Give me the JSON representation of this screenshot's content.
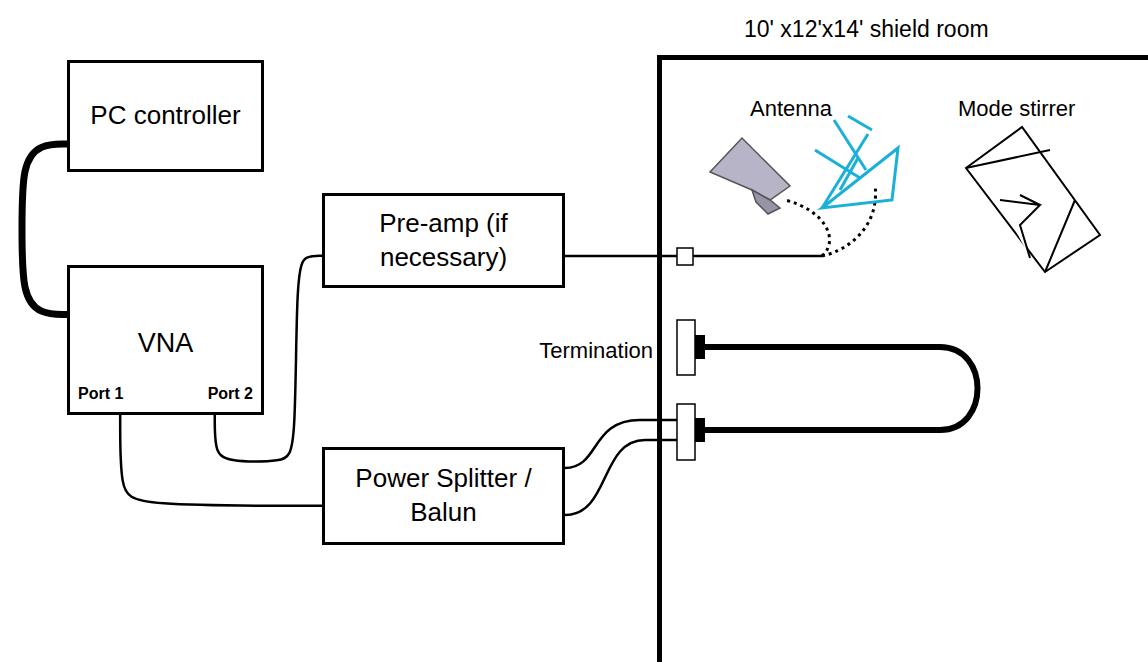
{
  "diagram": {
    "nodes": [
      {
        "text": [
          "PC controller"
        ]
      },
      {
        "text": [
          "VNA",
          "Port 1",
          "Port 2"
        ]
      },
      {
        "text": [
          "Pre-amp (if necessary)"
        ]
      },
      {
        "text": [
          "Power Splitter / Balun"
        ]
      },
      {
        "text": [
          "10' x12'x14' shield room"
        ]
      }
    ],
    "edges": [
      {
        "from": 0,
        "to": 1,
        "arrow": "none"
      },
      {
        "from": 1,
        "to": 2,
        "arrow": "none"
      },
      {
        "from": 1,
        "to": 3,
        "arrow": "none"
      }
    ],
    "labels": [
      "Antenna",
      "Mode stirrer",
      "Termination"
    ]
  }
}
